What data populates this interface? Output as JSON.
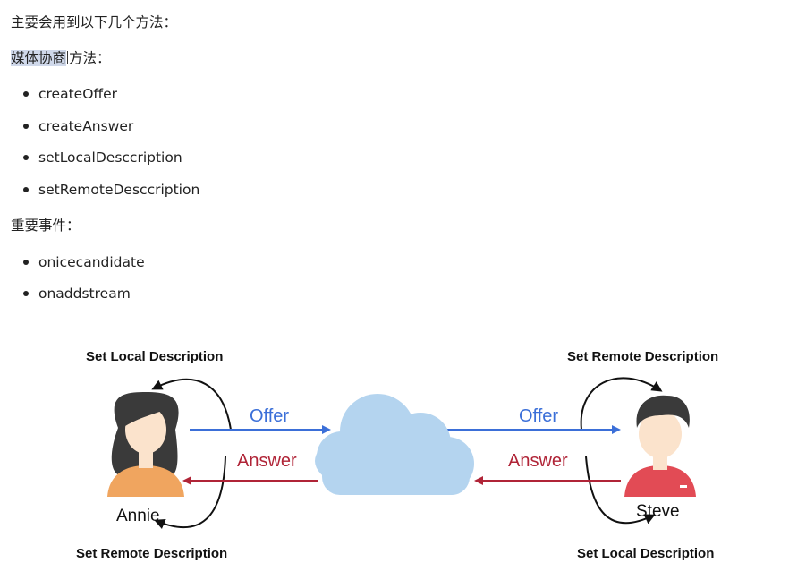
{
  "intro": "主要会用到以下几个方法：",
  "media_negotiation": {
    "highlighted": "媒体协商",
    "rest": "方法："
  },
  "methods": [
    "createOffer",
    "createAnswer",
    "setLocalDesccription",
    "setRemoteDesccription"
  ],
  "events_heading": "重要事件：",
  "events": [
    "onicecandidate",
    "onaddstream"
  ],
  "diagram": {
    "left_peer": "Annie",
    "right_peer": "Steve",
    "offer_left": "Offer",
    "offer_right": "Offer",
    "answer_left": "Answer",
    "answer_right": "Answer",
    "left_top": "Set Local Description",
    "left_bottom": "Set Remote Description",
    "right_top": "Set Remote Description",
    "right_bottom": "Set Local Description",
    "colors": {
      "offer": "#3b6fd8",
      "answer": "#b02437",
      "cloud": "#b4d4ef",
      "annie_shirt": "#f0a55f",
      "steve_shirt": "#e24b55",
      "hair": "#3a3a3a",
      "skin": "#fbe3cc"
    }
  }
}
